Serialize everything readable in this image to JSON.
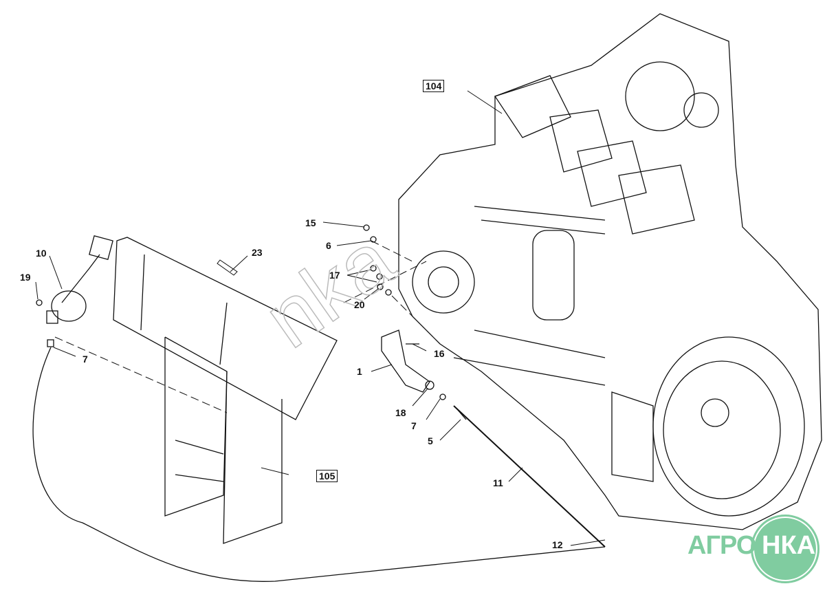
{
  "callouts": {
    "c104": "104",
    "c105": "105",
    "c1": "1",
    "c5": "5",
    "c6": "6",
    "c7a": "7",
    "c7b": "7",
    "c10": "10",
    "c11": "11",
    "c12": "12",
    "c15": "15",
    "c16": "16",
    "c17": "17",
    "c18": "18",
    "c19": "19",
    "c20": "20",
    "c23": "23"
  },
  "watermark": "nka",
  "logo": {
    "left": "АГРО",
    "right": "НКА",
    "color": "#80cca0"
  }
}
